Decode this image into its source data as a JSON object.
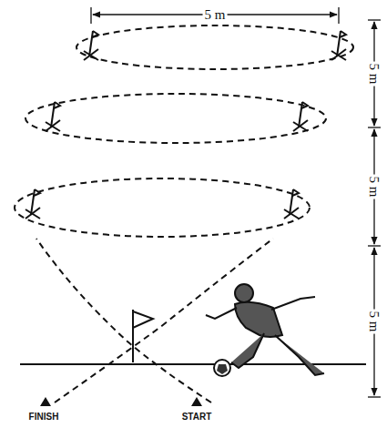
{
  "diagram": {
    "labels": [
      "5 m",
      "5 m",
      "5 m",
      "5 m",
      "FINISH",
      "START"
    ]
  }
}
